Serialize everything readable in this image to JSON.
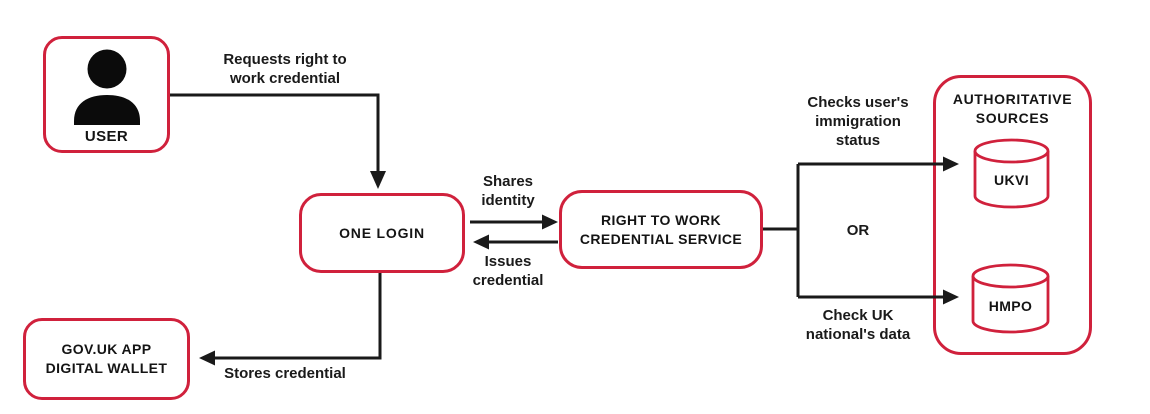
{
  "palette": {
    "node_border_red": "#d0213c",
    "connector_black": "#1a1a1a",
    "text_black": "#141414",
    "background": "#ffffff"
  },
  "nodes": {
    "user": "USER",
    "one_login": "ONE LOGIN",
    "rtw_service": "RIGHT TO WORK\nCREDENTIAL SERVICE",
    "auth_sources": "AUTHORITATIVE\nSOURCES",
    "ukvi": "UKVI",
    "hmpo": "HMPO",
    "wallet": "GOV.UK APP\nDIGITAL WALLET"
  },
  "edges": {
    "requests": "Requests right to\nwork credential",
    "shares": "Shares\nidentity",
    "issues": "Issues\ncredential",
    "or": "OR",
    "checks_immigration": "Checks user's\nimmigration\nstatus",
    "check_national": "Check UK\nnational's data",
    "stores": "Stores credential"
  }
}
